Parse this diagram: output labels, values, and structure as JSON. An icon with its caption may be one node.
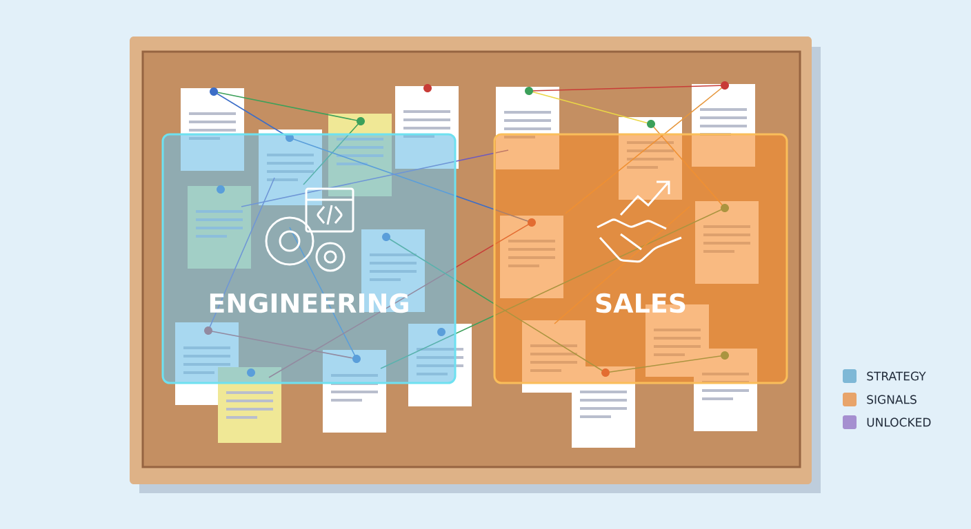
{
  "diagram": {
    "nodes": [
      {
        "text": [
          "ENGINEERING"
        ]
      },
      {
        "text": [
          "SALES"
        ]
      }
    ],
    "edges": [],
    "legend": [
      {
        "text": "STRATEGY",
        "color": "#7fb8d6"
      },
      {
        "text": "SIGNALS",
        "color": "#e8a46a"
      },
      {
        "text": "UNLOCKED",
        "color": "#a58fd0"
      }
    ]
  }
}
